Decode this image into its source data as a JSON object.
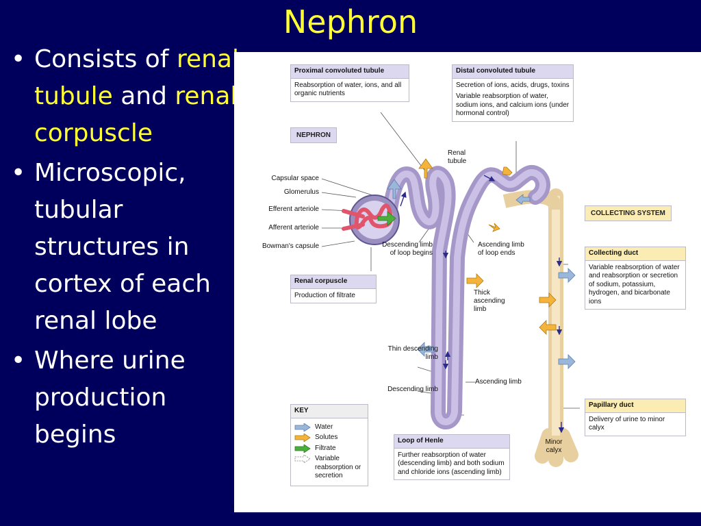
{
  "slide": {
    "title": "Nephron",
    "bullets": [
      {
        "parts": [
          {
            "text": "Consists of ",
            "hl": false
          },
          {
            "text": "renal tubule",
            "hl": true
          },
          {
            "text": " and ",
            "hl": false
          },
          {
            "text": "renal corpuscle",
            "hl": true
          }
        ]
      },
      {
        "parts": [
          {
            "text": "Microscopic, tubular structures in cortex of each renal lobe",
            "hl": false
          }
        ]
      },
      {
        "parts": [
          {
            "text": "Where urine production begins",
            "hl": false
          }
        ]
      }
    ]
  },
  "figure": {
    "pct": {
      "title": "Proximal convoluted tubule",
      "text": "Reabsorption of water, ions, and all organic nutrients"
    },
    "dct": {
      "title": "Distal convoluted tubule",
      "text1": "Secretion of ions, acids, drugs, toxins",
      "text2": "Variable reabsorption of water, sodium ions, and calcium ions (under hormonal control)"
    },
    "nephron_tag": "NEPHRON",
    "collecting_tag": "COLLECTING SYSTEM",
    "renal_corpuscle": {
      "title": "Renal corpuscle",
      "text": "Production of filtrate"
    },
    "collecting_duct": {
      "title": "Collecting duct",
      "text": "Variable reabsorption of water and reabsorption or secretion of sodium, potassium, hydrogen, and bicarbonate ions"
    },
    "papillary_duct": {
      "title": "Papillary duct",
      "text": "Delivery of urine to minor calyx"
    },
    "loop_of_henle": {
      "title": "Loop of Henle",
      "text": "Further reabsorption of water (descending limb) and both sodium and chloride ions (ascending limb)"
    },
    "key": {
      "title": "KEY",
      "items": [
        {
          "label": "Water",
          "color": "#9ab7d9"
        },
        {
          "label": "Solutes",
          "color": "#f4b43c"
        },
        {
          "label": "Filtrate",
          "color": "#4caf3c"
        },
        {
          "label": "Variable reabsorption or secretion",
          "color": "#ffffff"
        }
      ]
    },
    "labels": {
      "capsular_space": "Capsular space",
      "glomerulus": "Glomerulus",
      "efferent": "Efferent arteriole",
      "afferent": "Afferent arteriole",
      "bowmans": "Bowman's capsule",
      "renal_tubule": "Renal tubule",
      "desc_begins": "Descending limb of loop begins",
      "asc_ends": "Ascending limb of loop ends",
      "thick_asc": "Thick ascending limb",
      "thin_desc": "Thin descending limb",
      "desc_limb": "Descending limb",
      "asc_limb": "Ascending limb",
      "minor_calyx": "Minor calyx"
    }
  }
}
